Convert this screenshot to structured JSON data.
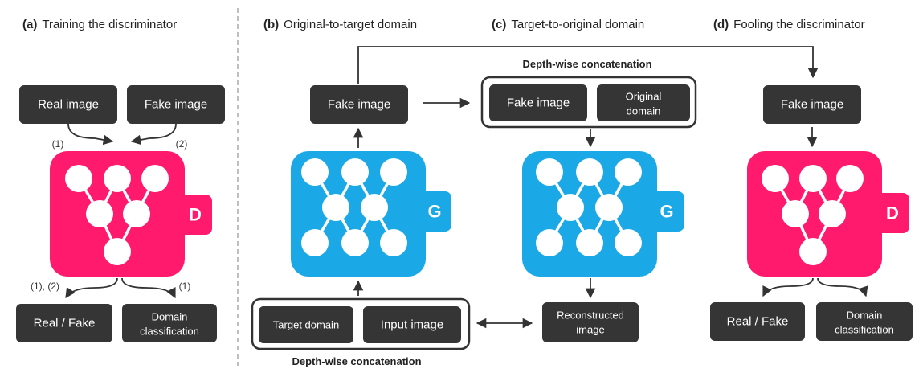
{
  "colors": {
    "discriminator": "#ff1a6e",
    "generator": "#1ba8e6",
    "box": "#353535"
  },
  "panels": {
    "a": {
      "label": "(a)",
      "title": "Training the discriminator"
    },
    "b": {
      "label": "(b)",
      "title": "Original-to-target domain"
    },
    "c": {
      "label": "(c)",
      "title": "Target-to-original domain"
    },
    "d": {
      "label": "(d)",
      "title": "Fooling the discriminator"
    }
  },
  "a": {
    "real_image": "Real image",
    "fake_image": "Fake image",
    "in_label_1": "(1)",
    "in_label_2": "(2)",
    "net_letter": "D",
    "out_label_1": "(1), (2)",
    "out_label_2": "(1)",
    "out_real_fake": "Real / Fake",
    "out_domain_1": "Domain",
    "out_domain_2": "classification"
  },
  "b": {
    "fake_image": "Fake image",
    "net_letter": "G",
    "target_domain": "Target domain",
    "input_image": "Input image",
    "concat_caption": "Depth-wise concatenation"
  },
  "c": {
    "concat_caption": "Depth-wise concatenation",
    "fake_image": "Fake image",
    "original_domain_1": "Original",
    "original_domain_2": "domain",
    "net_letter": "G",
    "reconstructed_1": "Reconstructed",
    "reconstructed_2": "image"
  },
  "d": {
    "fake_image": "Fake image",
    "net_letter": "D",
    "out_real_fake": "Real / Fake",
    "out_domain_1": "Domain",
    "out_domain_2": "classification"
  }
}
